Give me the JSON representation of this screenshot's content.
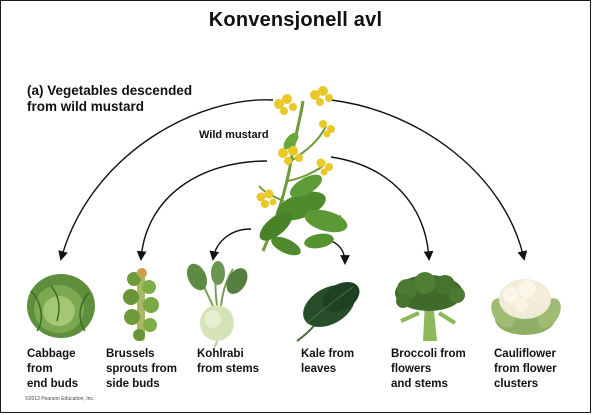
{
  "title": "Konvensjonell avl",
  "subtitle": "(a) Vegetables descended\nfrom wild mustard",
  "source_label": "Wild mustard",
  "copyright": "©2013 Pearson Education, Inc.",
  "vegetables": [
    {
      "name": "cabbage",
      "label": "Cabbage\nfrom\nend buds"
    },
    {
      "name": "brussels-sprouts",
      "label": "Brussels\nsprouts from\nside buds"
    },
    {
      "name": "kohlrabi",
      "label": "Kohlrabi\nfrom stems"
    },
    {
      "name": "kale",
      "label": "Kale from\nleaves"
    },
    {
      "name": "broccoli",
      "label": "Broccoli from\nflowers\nand stems"
    },
    {
      "name": "cauliflower",
      "label": "Cauliflower\nfrom flower\nclusters"
    }
  ]
}
